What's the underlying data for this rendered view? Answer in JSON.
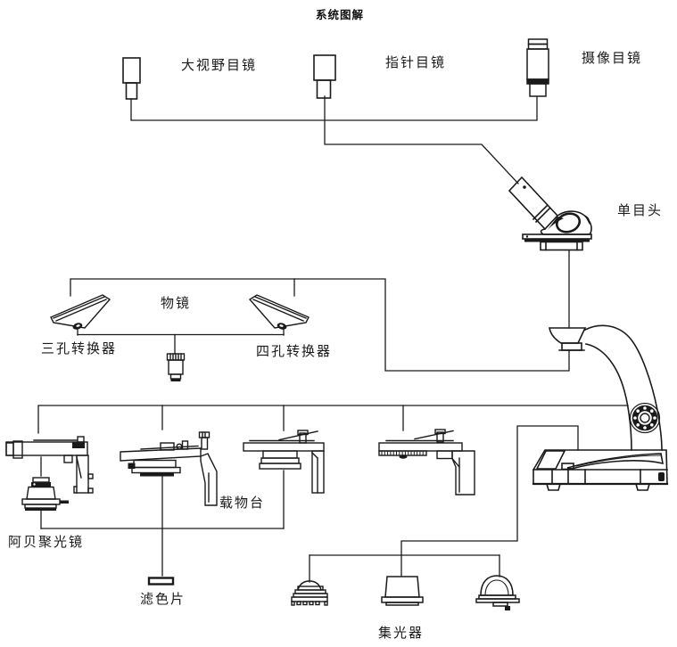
{
  "title": "系统图解",
  "labels": {
    "wide_field_eyepiece": "大视野目镜",
    "pointer_eyepiece": "指针目镜",
    "camera_eyepiece": "摄像目镜",
    "monocular_head": "单目头",
    "objective": "物镜",
    "triple_nosepiece": "三孔转换器",
    "quad_nosepiece": "四孔转换器",
    "stage": "载物台",
    "abbe_condenser": "阿贝聚光镜",
    "filter": "滤色片",
    "light_collector": "集光器"
  },
  "colors": {
    "line": "#1a1a1a",
    "background": "#ffffff"
  }
}
